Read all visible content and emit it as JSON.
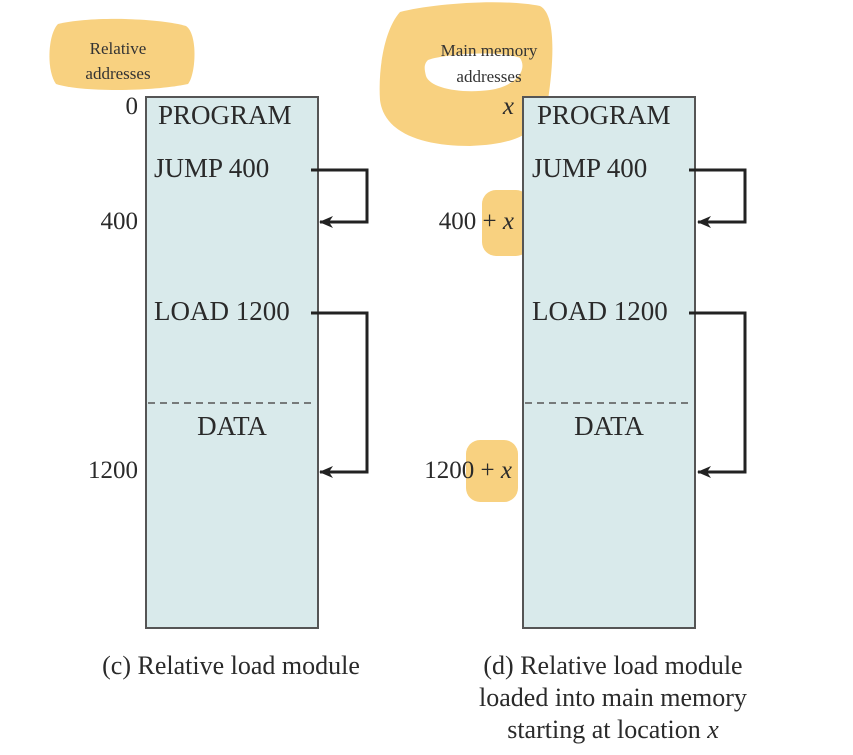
{
  "colors": {
    "highlight": "#f7c96a",
    "box_fill": "#d9eaeb",
    "box_stroke": "#555555",
    "arrow": "#222222"
  },
  "left_module": {
    "header": [
      "Relative",
      "addresses"
    ],
    "addr_start": "0",
    "addr_jump_target": "400",
    "addr_load_target": "1200",
    "program_label": "PROGRAM",
    "jump_instr": "JUMP 400",
    "load_instr": "LOAD 1200",
    "data_label": "DATA",
    "caption": "(c) Relative load module"
  },
  "right_module": {
    "header": [
      "Main memory",
      "addresses"
    ],
    "addr_start": "x",
    "addr_jump_base": "400 +",
    "addr_jump_var": "x",
    "addr_load_base": "1200 +",
    "addr_load_var": "x",
    "program_label": "PROGRAM",
    "jump_instr": "JUMP 400",
    "load_instr": "LOAD 1200",
    "data_label": "DATA",
    "caption_lines": [
      "(d) Relative load module",
      "loaded into main memory",
      "starting at location"
    ],
    "caption_var": "x"
  }
}
